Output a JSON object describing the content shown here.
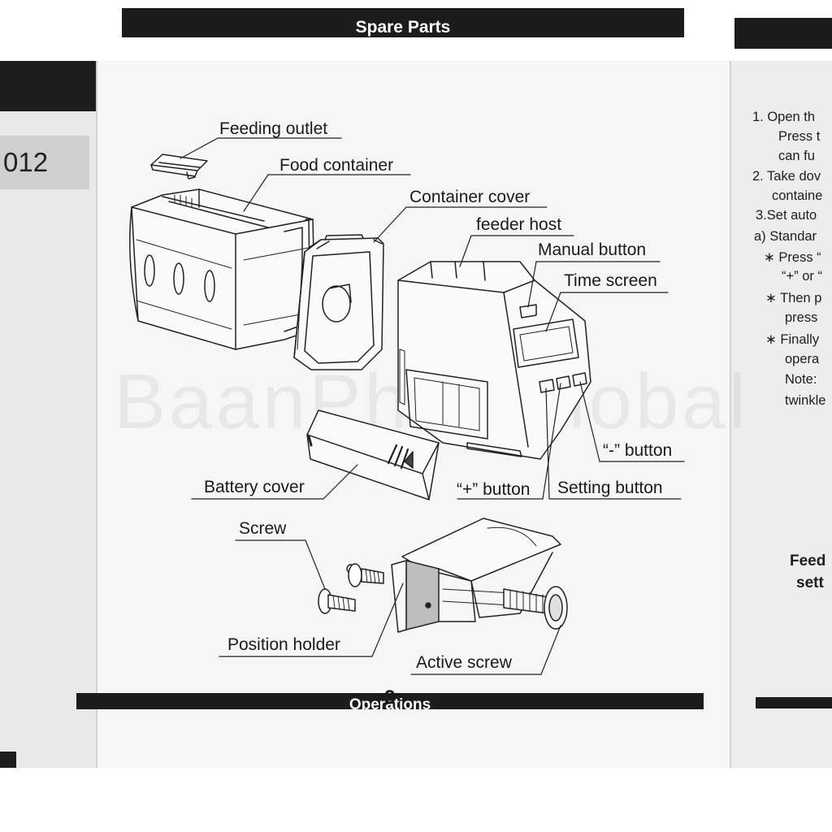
{
  "left_page": {
    "code": "012"
  },
  "main_page": {
    "title": "Spare Parts",
    "watermark": "BaanPhaaGlobal",
    "parts": {
      "feeding_outlet": "Feeding outlet",
      "food_container": "Food container",
      "container_cover": "Container cover",
      "feeder_host": "feeder host",
      "manual_button": "Manual button",
      "time_screen": "Time screen",
      "minus_button": "“-” button",
      "battery_cover": "Battery cover",
      "plus_button": "“+” button",
      "setting_button": "Setting button",
      "screw": "Screw",
      "position_holder": "Position holder",
      "active_screw": "Active screw"
    },
    "page_number": "2",
    "next_section": "Operations"
  },
  "right_page": {
    "lines": [
      "1.  Open th",
      "Press t",
      "can fu",
      "2. Take dov",
      "containe",
      "3.Set auto",
      "a) Standar",
      "∗ Press “",
      "“+” or “",
      "∗  Then p",
      "press",
      "∗  Finally",
      "opera",
      "Note:",
      "twinkle"
    ],
    "bold_lines": [
      "Feed",
      "sett"
    ]
  }
}
